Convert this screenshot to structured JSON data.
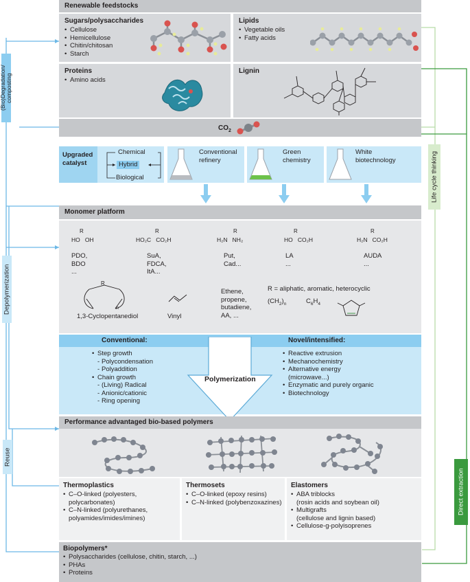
{
  "feedstocks": {
    "header": "Renewable feedstocks",
    "sugars": {
      "title": "Sugars/polysaccharides",
      "items": [
        "Cellulose",
        "Hemicellulose",
        "Chitin/chitosan",
        "Starch"
      ]
    },
    "lipids": {
      "title": "Lipids",
      "items": [
        "Vegetable oils",
        "Fatty acids"
      ]
    },
    "proteins": {
      "title": "Proteins",
      "items": [
        "Amino acids"
      ]
    },
    "lignin": {
      "title": "Lignin"
    },
    "co2": "CO",
    "co2_sub": "2"
  },
  "catalyst": {
    "title": "Upgraded catalyst",
    "chemical": "Chemical",
    "hybrid": "Hybrid",
    "biological": "Biological"
  },
  "processes": [
    "Conventional refinery",
    "Green chemistry",
    "White biotechnology"
  ],
  "monomer": {
    "header": "Monomer platform",
    "structures": [
      "HO   OH",
      "HO₂C   CO₂H",
      "H₂N   NH₂",
      "HO   CO₂H",
      "H₂N   CO₂H"
    ],
    "r_label": "R",
    "labels": [
      "PDO,\nBDO\n...",
      "SuA,\nFDCA,\nItA...",
      "Put,\nCad...",
      "LA\n...",
      "AUDA\n..."
    ],
    "cyclo": "1,3-Cyclopentanediol",
    "cyclo_n": "n",
    "vinyl": "Vinyl",
    "alkenes": "Ethene,\npropene,\nbutadiene,\nAA, ...",
    "r_def": "R = aliphatic, aromatic, heterocyclic",
    "ch2": "(CH",
    "ch2_sub": "2",
    "ch2_end": ")",
    "ch2_n": "n",
    "c6": "C",
    "c6_sub6": "6",
    "c6_h": "H",
    "c6_sub4": "4"
  },
  "polymerization": {
    "conventional_title": "Conventional:",
    "novel_title": "Novel/intensified:",
    "label": "Polymerization",
    "conventional": [
      {
        "t": "Step growth",
        "k": "b"
      },
      {
        "t": "Polycondensation",
        "k": "s"
      },
      {
        "t": "Polyaddition",
        "k": "s"
      },
      {
        "t": "Chain growth",
        "k": "b"
      },
      {
        "t": "(Living) Radical",
        "k": "s"
      },
      {
        "t": "Anionic/cationic",
        "k": "s"
      },
      {
        "t": "Ring opening",
        "k": "s"
      }
    ],
    "novel": [
      {
        "t": "Reactive extrusion",
        "k": "b"
      },
      {
        "t": "Mechanochemistry",
        "k": "b"
      },
      {
        "t": "Alternative energy",
        "k": "b"
      },
      {
        "t": "(microwave...)",
        "k": "c"
      },
      {
        "t": "Enzymatic and purely organic",
        "k": "b"
      },
      {
        "t": "Biotechnology",
        "k": "b"
      }
    ]
  },
  "polymers": {
    "header": "Performance advantaged bio-based polymers",
    "thermoplastics": {
      "title": "Thermoplastics",
      "items": [
        {
          "t": "C–O-linked (polyesters,",
          "k": "b"
        },
        {
          "t": "polycarbonates)",
          "k": "c"
        },
        {
          "t": "C–N-linked (polyurethanes,",
          "k": "b"
        },
        {
          "t": "polyamides/imides/imines)",
          "k": "c"
        }
      ]
    },
    "thermosets": {
      "title": "Thermosets",
      "items": [
        {
          "t": "C–O-linked (epoxy resins)",
          "k": "b"
        },
        {
          "t": "C–N-linked (polybenzoxazines)",
          "k": "b"
        }
      ]
    },
    "elastomers": {
      "title": "Elastomers",
      "items": [
        {
          "t": "ABA triblocks",
          "k": "b"
        },
        {
          "t": "(rosin acids and soybean oil)",
          "k": "c"
        },
        {
          "t": "Multigrafts",
          "k": "b"
        },
        {
          "t": "(cellulose and lignin based)",
          "k": "c"
        },
        {
          "t": "Cellulose-g-polyisoprenes",
          "k": "b"
        }
      ]
    }
  },
  "biopolymers": {
    "title": "Biopolymers*",
    "items": [
      "Polysaccharides (cellulose, chitin, starch, ...)",
      "PHAs",
      "Proteins"
    ]
  },
  "side_labels": {
    "degradation": "(Bio)Degradation/\ncomposting",
    "depolymerization": "Depolymerization",
    "reuse": "Reuse",
    "life_cycle": "Life cycle thinking",
    "direct_extraction": "Direct extraction"
  },
  "colors": {
    "blue_line": "#6cb8e6",
    "green_line": "#3a9a3e",
    "light_green": "#b8dca8",
    "arrow_blue": "#8ccdf0"
  }
}
